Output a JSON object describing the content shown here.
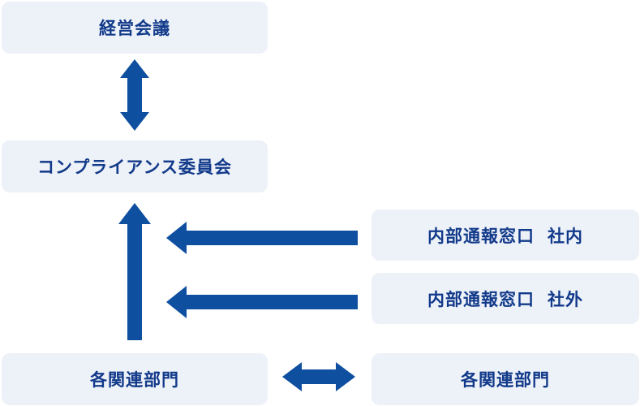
{
  "nodes": {
    "management_meeting": "経営会議",
    "compliance_committee": "コンプライアンス委員会",
    "departments_left": "各関連部門",
    "whistleblowing_internal": {
      "name": "内部通報窓口",
      "scope": "社内"
    },
    "whistleblowing_external": {
      "name": "内部通報窓口",
      "scope": "社外"
    },
    "departments_right": "各関連部門"
  },
  "colors": {
    "box_fill": "#edf1f8",
    "text": "#123a8a",
    "arrow": "#0e4fa0"
  }
}
